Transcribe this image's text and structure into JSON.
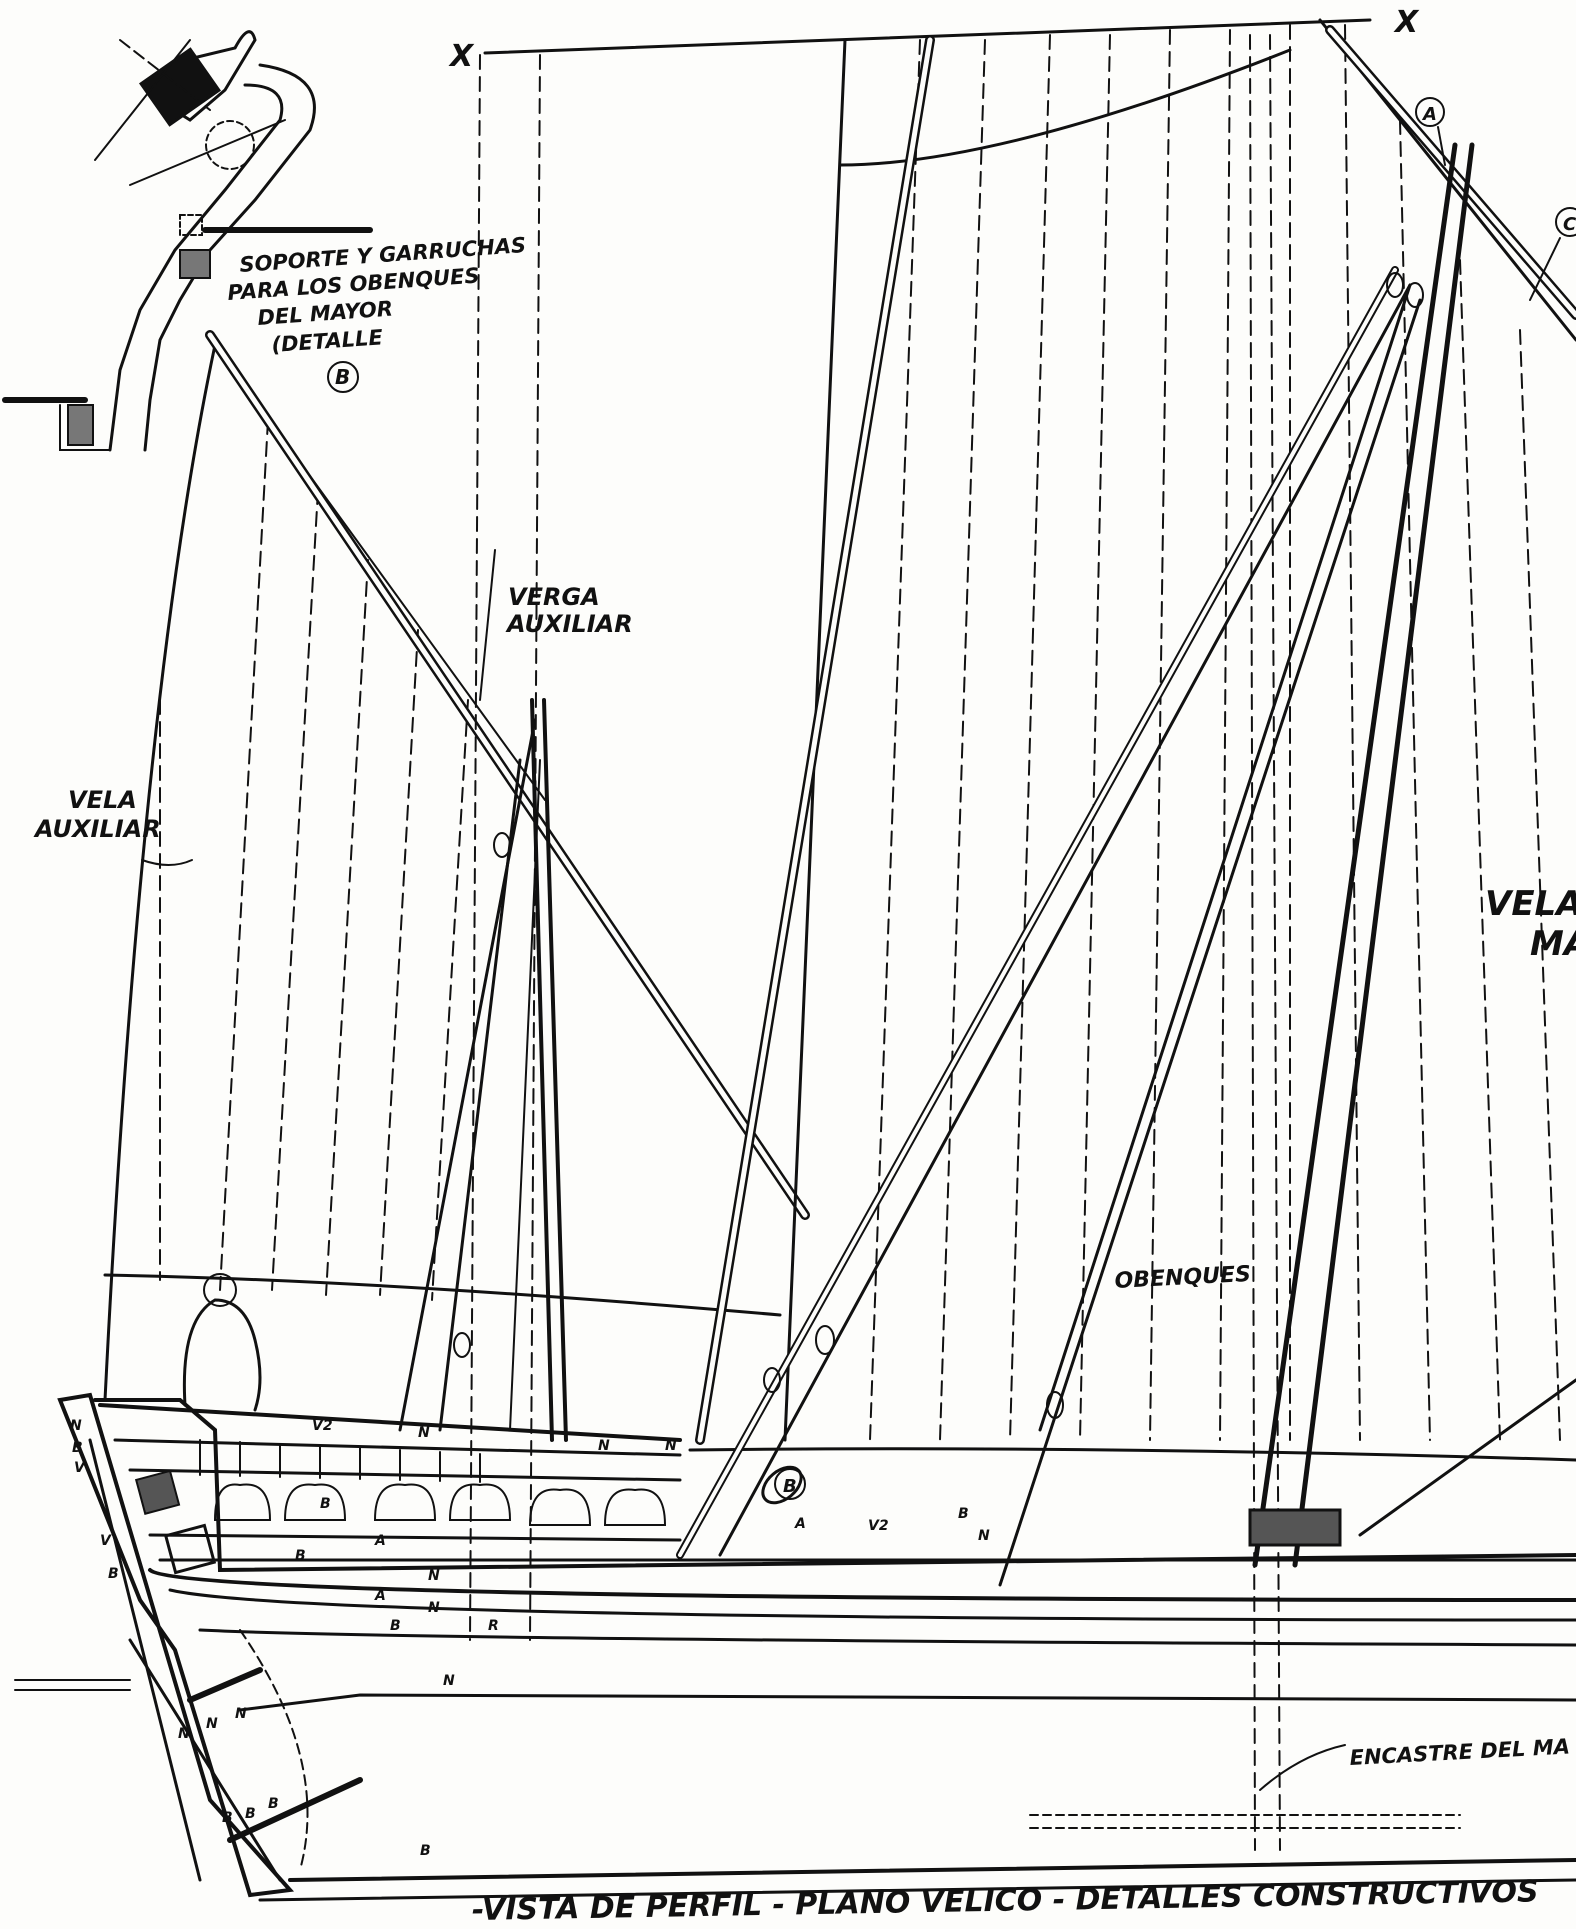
{
  "labels": {
    "detail_title_1": "SOPORTE Y GARRUCHAS",
    "detail_title_2": "PARA LOS OBENQUES",
    "detail_title_3": "DEL MAYOR",
    "detail_title_4": "(DETALLE",
    "detail_ref": "B",
    "verga_1": "VERGA",
    "verga_2": "AUXILIAR",
    "vela_aux_1": "VELA",
    "vela_aux_2": "AUXILIAR",
    "vela_mayor_1": "VELA",
    "vela_mayor_2": "MA",
    "obenques": "OBENQUES",
    "encastre": "ENCASTRE DEL MA",
    "x_left": "X",
    "x_right": "X",
    "callout_a": "A",
    "callout_c": "C",
    "callout_b": "B",
    "footer": "-VISTA  DE  PERFIL  -  PLANO  VELICO -  DETALLES  CONSTRUCTIVOS"
  },
  "hull_marks": {
    "stern_1": "N",
    "stern_2": "B",
    "stern_3": "V",
    "stern_4": "V",
    "stern_5": "B",
    "m_v2": "V2",
    "m_n1": "N",
    "m_n2": "N",
    "m_n3": "N",
    "m_b1": "B",
    "m_a1": "A",
    "m_b2": "B",
    "m_n4": "N",
    "m_a2": "A",
    "m_n5": "N",
    "m_b3": "B",
    "m_r": "R",
    "m_n6": "N",
    "m_a3": "A",
    "m_v3": "V2",
    "m_b4": "B",
    "m_n7": "N",
    "m_bb1": "B",
    "m_bb2": "B",
    "m_bb3": "B",
    "m_b5": "B",
    "m_nn1": "N",
    "m_nn2": "N",
    "m_nn3": "N"
  },
  "colors": {
    "ink": "#111111",
    "paper": "#fdfdfb"
  }
}
